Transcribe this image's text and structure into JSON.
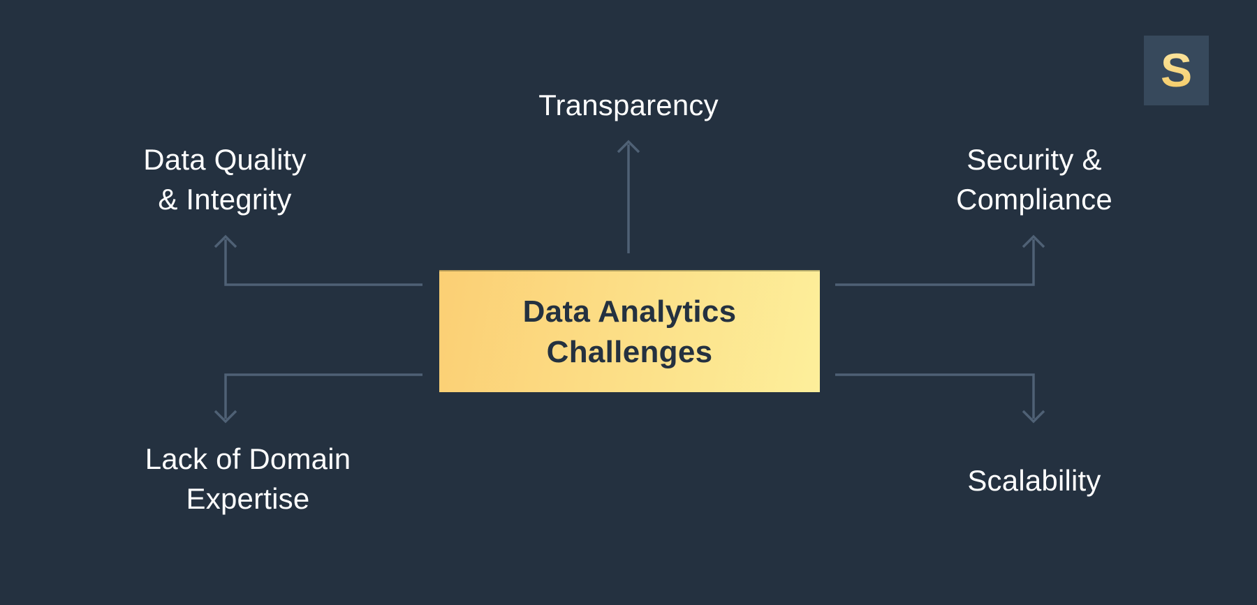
{
  "logo": {
    "letter": "S"
  },
  "center": {
    "label": "Data Analytics\nChallenges"
  },
  "nodes": {
    "top": {
      "label": "Transparency"
    },
    "upper_left": {
      "label": "Data Quality\n& Integrity"
    },
    "upper_right": {
      "label": "Security &\nCompliance"
    },
    "lower_left": {
      "label": "Lack of Domain\nExpertise"
    },
    "lower_right": {
      "label": "Scalability"
    }
  },
  "colors": {
    "background": "#243140",
    "arrow": "#4f6175",
    "box_gradient_start": "#fbcf74",
    "box_gradient_end": "#fdef9b",
    "box_text": "#243140",
    "label_text": "#ffffff",
    "logo_square": "#37495c",
    "logo_letter": "#f3c75f"
  }
}
